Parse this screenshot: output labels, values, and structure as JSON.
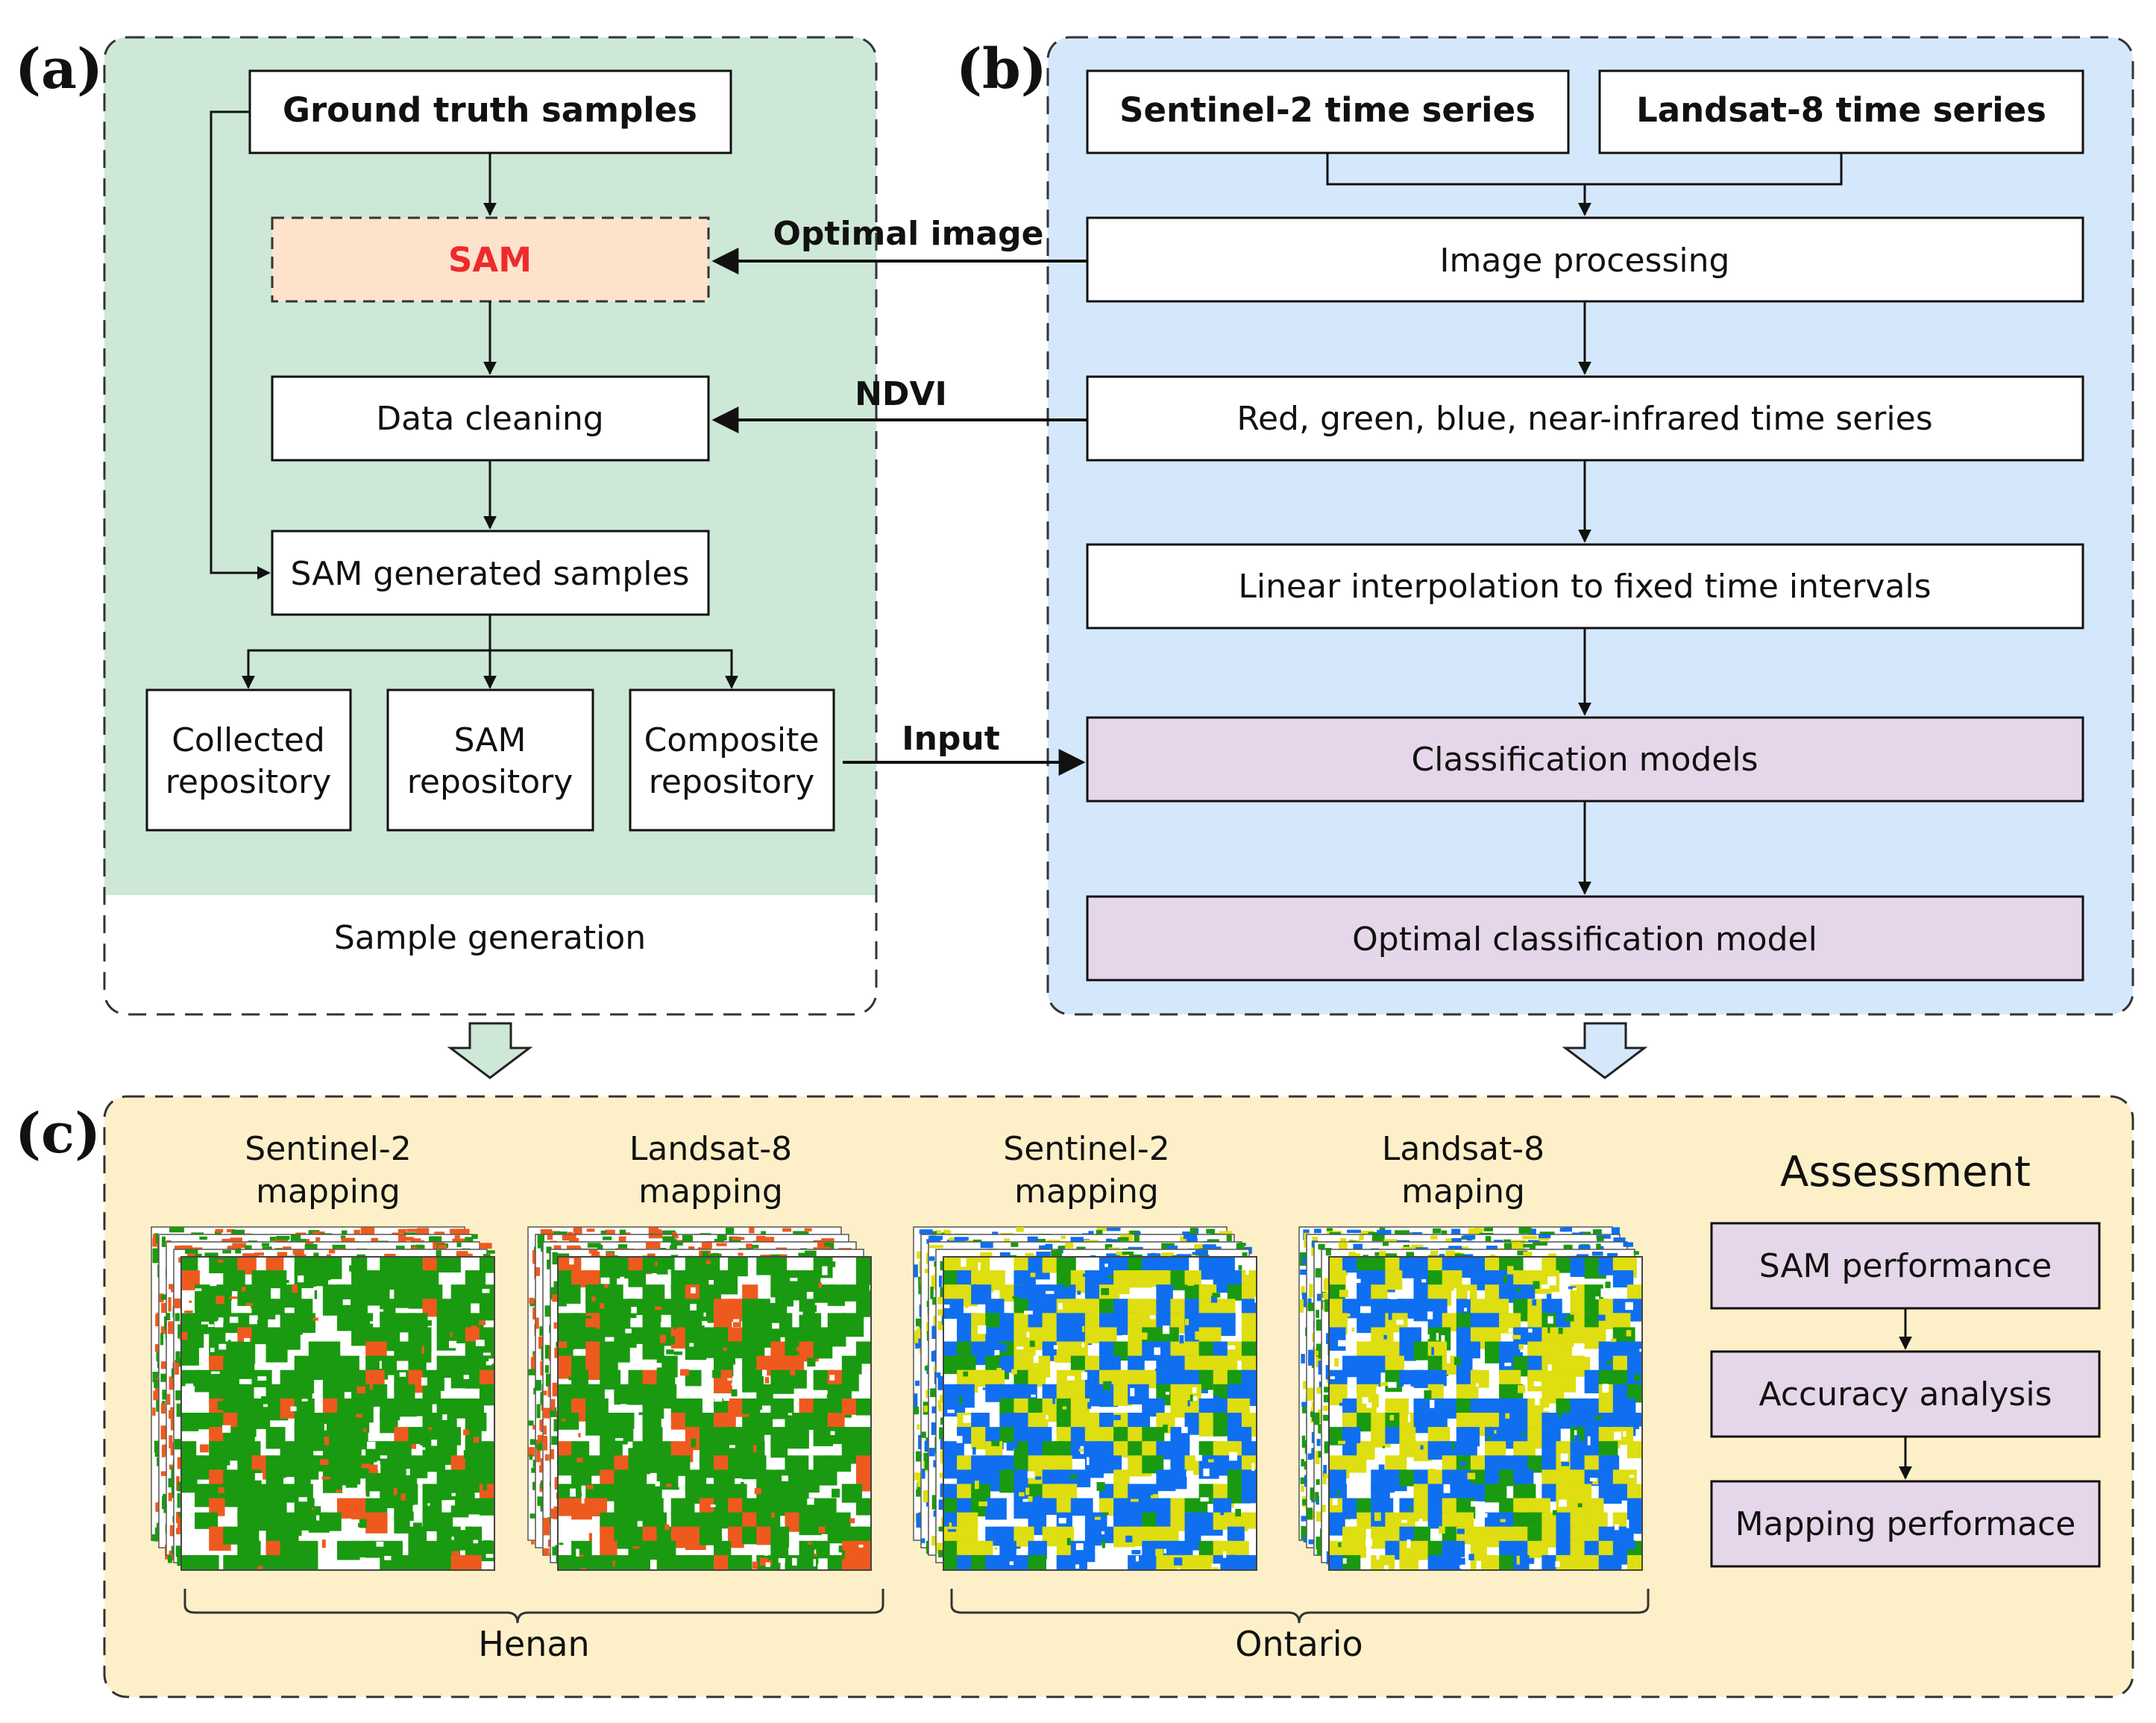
{
  "panel_labels": {
    "a": "(a)",
    "b": "(b)",
    "c": "(c)"
  },
  "panel_a": {
    "ground_truth": "Ground truth samples",
    "sam": "SAM",
    "data_cleaning": "Data cleaning",
    "sam_generated": "SAM generated samples",
    "repo_collected": [
      "Collected",
      "repository"
    ],
    "repo_sam": [
      "SAM",
      "repository"
    ],
    "repo_composite": [
      "Composite",
      "repository"
    ],
    "caption": "Sample generation"
  },
  "panel_b": {
    "sentinel_ts": "Sentinel-2 time series",
    "landsat_ts": "Landsat-8 time series",
    "image_processing": "Image processing",
    "rgbn": "Red, green, blue, near-infrared time series",
    "interpolation": "Linear interpolation to fixed time intervals",
    "classification": "Classification models",
    "optimal_model": "Optimal classification model"
  },
  "connectors": {
    "optimal_image": "Optimal image",
    "ndvi": "NDVI",
    "input": "Input"
  },
  "panel_c": {
    "maps": [
      {
        "title": [
          "Sentinel-2",
          "mapping"
        ]
      },
      {
        "title": [
          "Landsat-8",
          "mapping"
        ]
      },
      {
        "title": [
          "Sentinel-2",
          "mapping"
        ]
      },
      {
        "title": [
          "Landsat-8",
          "maping"
        ]
      }
    ],
    "regions": {
      "henan": "Henan",
      "ontario": "Ontario"
    },
    "assessment": {
      "title": "Assessment",
      "steps": [
        "SAM performance",
        "Accuracy analysis",
        "Mapping performace"
      ]
    }
  },
  "colors": {
    "panel_a_bg": "#cde8d6",
    "panel_b_bg": "#d5e8fb",
    "panel_c_bg": "#fdf0c8",
    "sam_box": "#fde3cc",
    "sam_text": "#ee2b2b",
    "model_box": "#e6d6e9",
    "map_green": "#1a9a10",
    "map_orange": "#ee5a1e",
    "map_blue": "#0f6ff0",
    "map_yellow": "#dede10"
  }
}
